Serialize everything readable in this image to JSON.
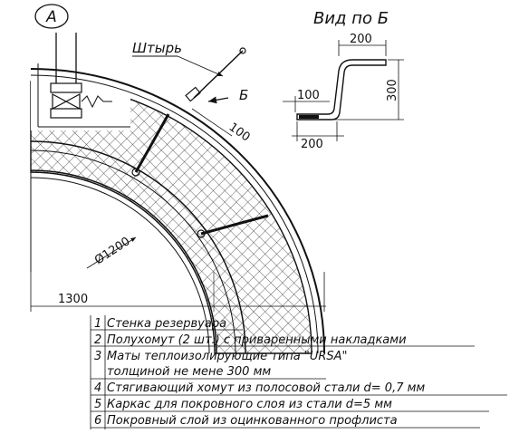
{
  "detail_label": "A",
  "view_title": "Вид по Б",
  "pin_label": "Штырь",
  "section_mark": "Б",
  "dims": {
    "pin_offset": "100",
    "top_flange": "200",
    "height": "300",
    "inner_foot": "100",
    "bottom_base": "200",
    "diameter": "Ø1200",
    "bottom": "1300"
  },
  "legend": [
    {
      "num": "1",
      "text": "Стенка резервуара"
    },
    {
      "num": "2",
      "text": "Полухомут (2 шт.) с приваренными накладками"
    },
    {
      "num": "3",
      "text": "Маты теплоизолирующие типа \"URSA\""
    },
    {
      "num": "",
      "text": "толщиной не мене 300 мм"
    },
    {
      "num": "4",
      "text": "Стягивающий хомут из полосовой стали d= 0,7 мм"
    },
    {
      "num": "5",
      "text": "Каркас для покровного слоя из стали d=5 мм"
    },
    {
      "num": "6",
      "text": "Покровный слой из оцинкованного профлиста"
    }
  ],
  "colors": {
    "ink": "#111111",
    "paper": "#ffffff"
  }
}
